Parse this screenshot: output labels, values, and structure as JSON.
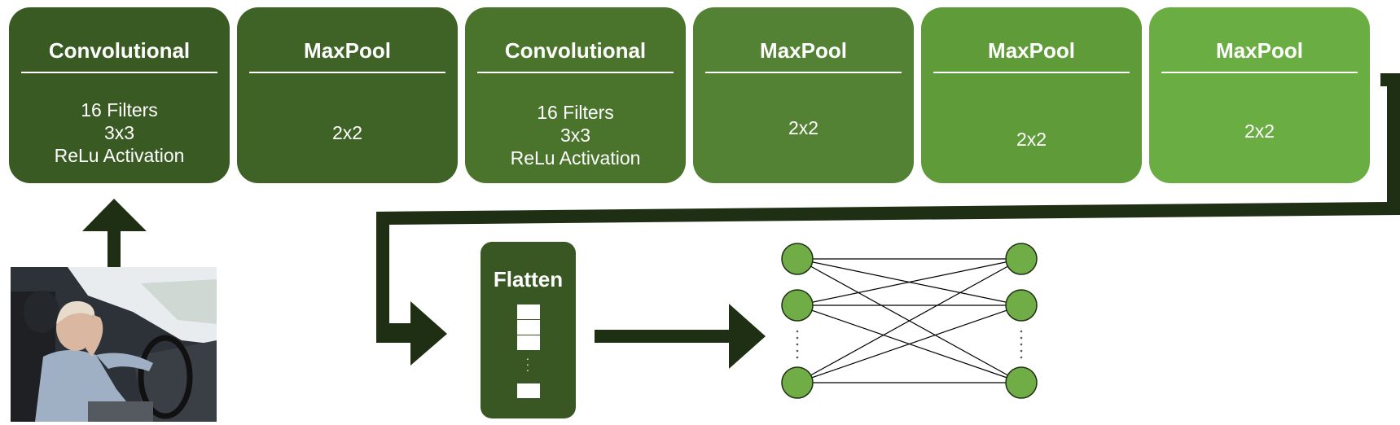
{
  "blocks": [
    {
      "title": "Convolutional",
      "lines": [
        "16 Filters",
        "3x3",
        "ReLu Activation"
      ],
      "color": "#3a5a24"
    },
    {
      "title": "MaxPool",
      "lines": [
        "2x2"
      ],
      "color": "#3f6327"
    },
    {
      "title": "Convolutional",
      "lines": [
        "16 Filters",
        "3x3",
        "ReLu Activation"
      ],
      "color": "#4a732c"
    },
    {
      "title": "MaxPool",
      "lines": [
        "2x2"
      ],
      "color": "#548234"
    },
    {
      "title": "MaxPool",
      "lines": [
        "2x2"
      ],
      "color": "#609b3a"
    },
    {
      "title": "MaxPool",
      "lines": [
        "2x2"
      ],
      "color": "#6aad42"
    }
  ],
  "flatten": {
    "title": "Flatten"
  },
  "network": {
    "input_nodes": 3,
    "output_nodes": 3,
    "node_color": "#70ad47"
  },
  "colors": {
    "arrow": "#1f2f14",
    "flatten_bg": "#385723"
  },
  "photo": {
    "icon": "driver-photo"
  }
}
